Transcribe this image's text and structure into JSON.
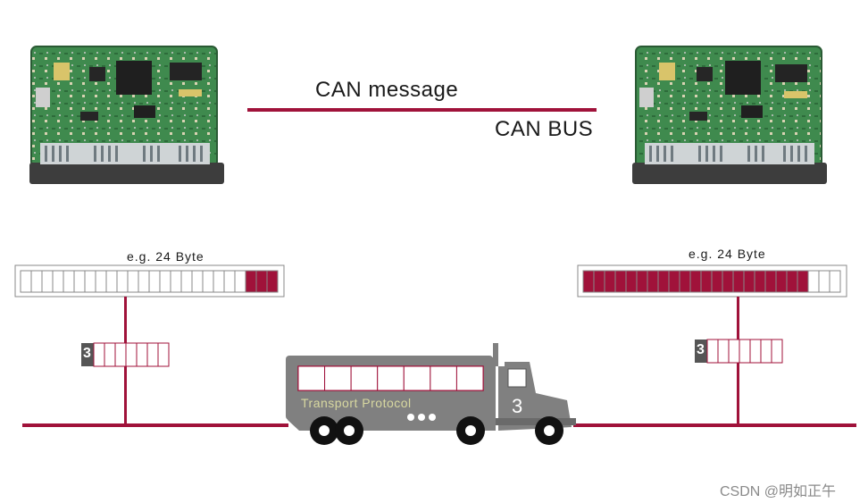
{
  "labels": {
    "can_message": "CAN message",
    "can_bus": "CAN BUS",
    "left_byte_label": "e.g. 24 Byte",
    "right_byte_label": "e.g. 24 Byte",
    "truck_label": "Transport Protocol",
    "truck_number": "3",
    "left_segment_number": "3",
    "right_segment_number": "3"
  },
  "watermark": "CSDN @明如正午",
  "colors": {
    "bus": "#a0123a",
    "byte_fill": "#a0123a",
    "truck": "#808080",
    "pcb": "#3f8a4e"
  },
  "buffers": {
    "left": {
      "total_cells": 24,
      "filled_cells": 3,
      "fill_from": "right"
    },
    "right": {
      "total_cells": 24,
      "filled_cells": 21,
      "fill_from": "left"
    }
  },
  "segments": {
    "cells": 7
  },
  "truck_cargo_cells": 7
}
